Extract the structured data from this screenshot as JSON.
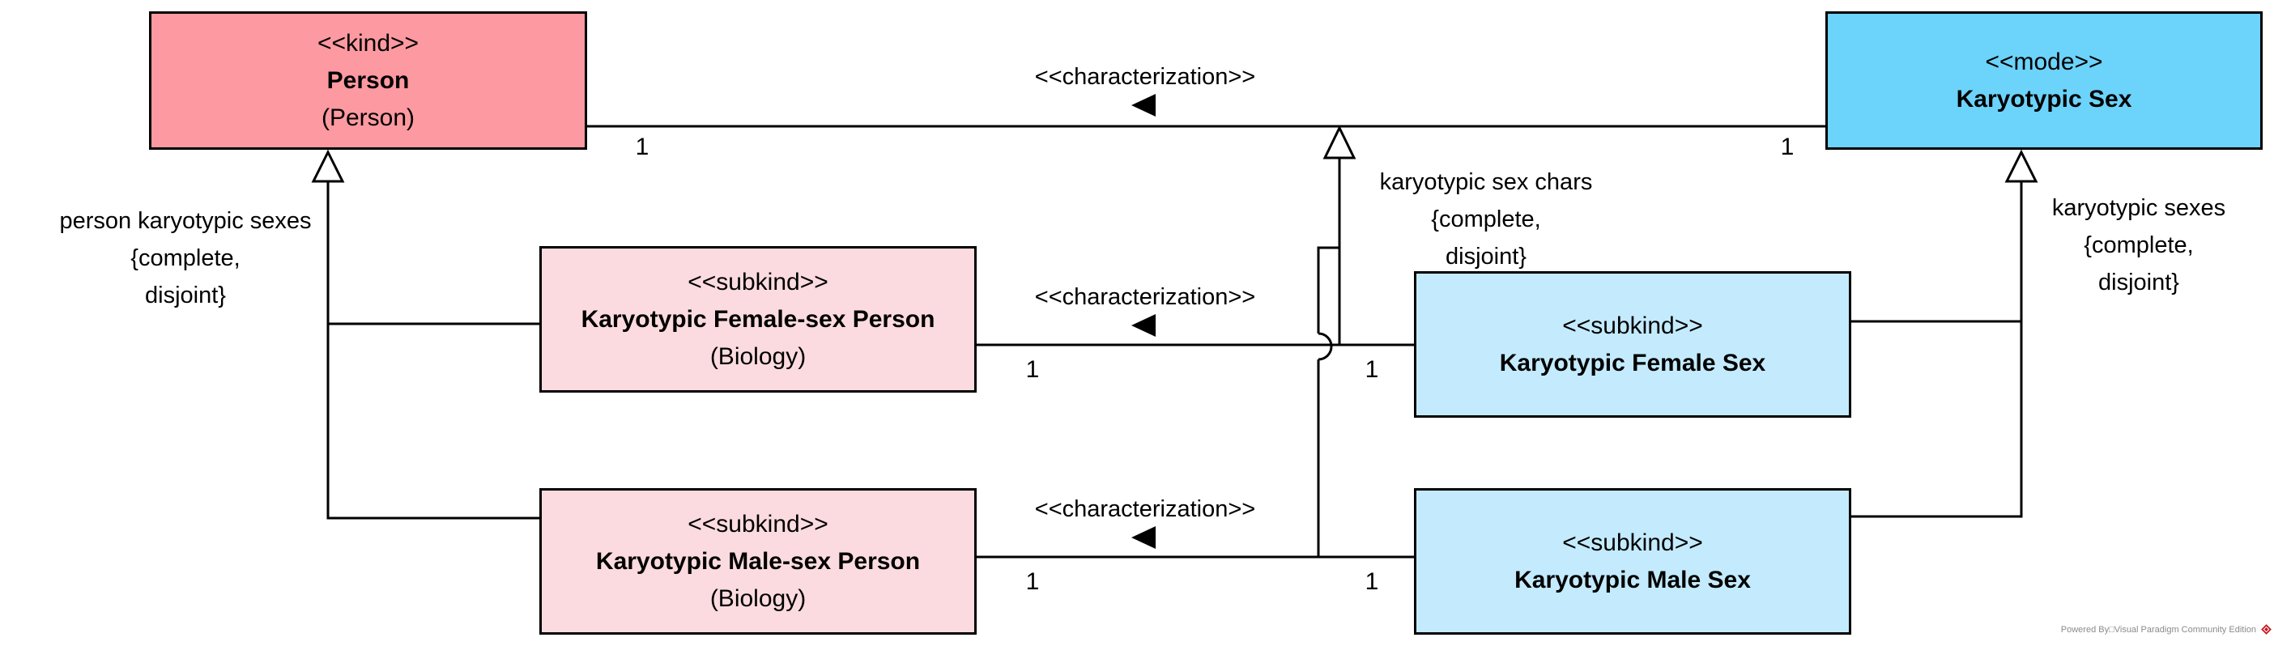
{
  "diagram": {
    "kind": "OntoUML class diagram",
    "classes": [
      {
        "stereotype": "<<kind>>",
        "name": "Person",
        "tagline": "(Person)",
        "fill": "#FD99A0"
      },
      {
        "stereotype": "<<mode>>",
        "name": "Karyotypic Sex",
        "tagline": "",
        "fill": "#6CD3FA"
      },
      {
        "stereotype": "<<subkind>>",
        "name": "Karyotypic Female-sex Person",
        "tagline": "(Biology)",
        "fill": "#FBDBDF"
      },
      {
        "stereotype": "<<subkind>>",
        "name": "Karyotypic Male-sex Person",
        "tagline": "(Biology)",
        "fill": "#FBDBDF"
      },
      {
        "stereotype": "<<subkind>>",
        "name": "Karyotypic Female Sex",
        "tagline": "",
        "fill": "#C3EBFD"
      },
      {
        "stereotype": "<<subkind>>",
        "name": "Karyotypic Male Sex",
        "tagline": "",
        "fill": "#C3EBFD"
      }
    ],
    "associations": [
      {
        "stereotype": "<<characterization>>",
        "direction_arrow": "left",
        "left_multiplicity": "1",
        "right_multiplicity": "1",
        "from": "Person",
        "to": "Karyotypic Sex"
      },
      {
        "stereotype": "<<characterization>>",
        "direction_arrow": "left",
        "left_multiplicity": "1",
        "right_multiplicity": "1",
        "from": "Karyotypic Female-sex Person",
        "to": "Karyotypic Female Sex"
      },
      {
        "stereotype": "<<characterization>>",
        "direction_arrow": "left",
        "left_multiplicity": "1",
        "right_multiplicity": "1",
        "from": "Karyotypic Male-sex Person",
        "to": "Karyotypic Male Sex"
      }
    ],
    "generalization_sets": [
      {
        "target": "Person",
        "lines": [
          "person karyotypic sexes",
          "{complete,",
          "disjoint}"
        ]
      },
      {
        "target": "characterization association",
        "lines": [
          "karyotypic sex chars",
          "{complete,",
          "disjoint}"
        ]
      },
      {
        "target": "Karyotypic Sex",
        "lines": [
          "karyotypic sexes",
          "{complete,",
          "disjoint}"
        ]
      }
    ],
    "watermark": {
      "text": "Powered By□Visual Paradigm Community Edition"
    }
  },
  "colors": {
    "edge": "#000000",
    "kind_fill": "#FD99A0",
    "mode_fill": "#6CD3FA",
    "subkind_person_fill": "#FBDBDF",
    "subkind_sex_fill": "#C3EBFD",
    "watermark_text": "#8A8A8A",
    "watermark_logo": "#C4161C"
  }
}
